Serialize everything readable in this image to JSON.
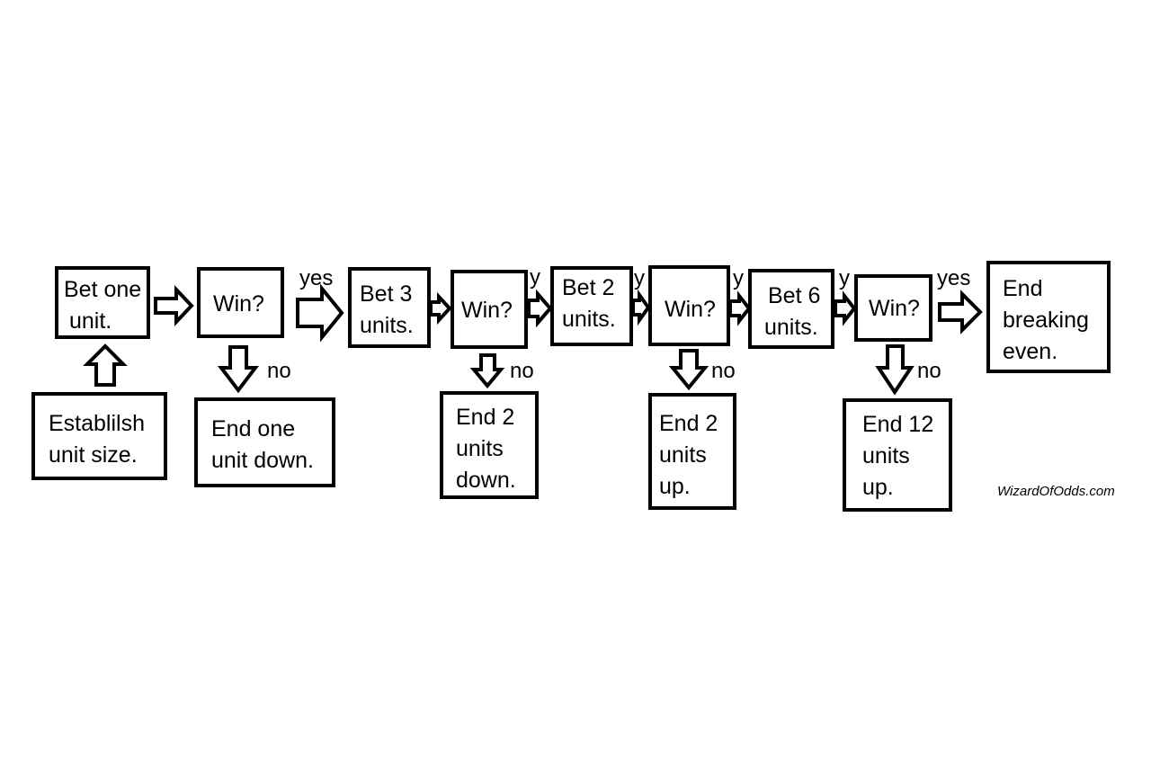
{
  "flowchart": {
    "nodes": {
      "bet1": {
        "lines": [
          "Bet one",
          "unit."
        ]
      },
      "win1": {
        "lines": [
          "Win?"
        ]
      },
      "bet3": {
        "lines": [
          "Bet 3",
          "units."
        ]
      },
      "win2": {
        "lines": [
          "Win?"
        ]
      },
      "bet2": {
        "lines": [
          "Bet 2",
          "units."
        ]
      },
      "win3": {
        "lines": [
          "Win?"
        ]
      },
      "bet6": {
        "lines": [
          "Bet 6",
          "units."
        ]
      },
      "win4": {
        "lines": [
          "Win?"
        ]
      },
      "endeven": {
        "lines": [
          "End",
          "breaking",
          "even."
        ]
      },
      "establish": {
        "lines": [
          "Establilsh",
          "unit size."
        ]
      },
      "end1down": {
        "lines": [
          "End one",
          "unit down."
        ]
      },
      "end2down": {
        "lines": [
          "End 2",
          "units",
          "down."
        ]
      },
      "end2up": {
        "lines": [
          "End 2",
          "units",
          "up."
        ]
      },
      "end12up": {
        "lines": [
          "End 12",
          "units",
          "up."
        ]
      }
    },
    "edge_labels": {
      "yes_1": "yes",
      "y_1": "y",
      "y_2": "y",
      "y_3": "y",
      "y_4": "y",
      "yes_2": "yes",
      "no_1": "no",
      "no_2": "no",
      "no_3": "no",
      "no_4": "no"
    },
    "watermark": "WizardOfOdds.com"
  }
}
